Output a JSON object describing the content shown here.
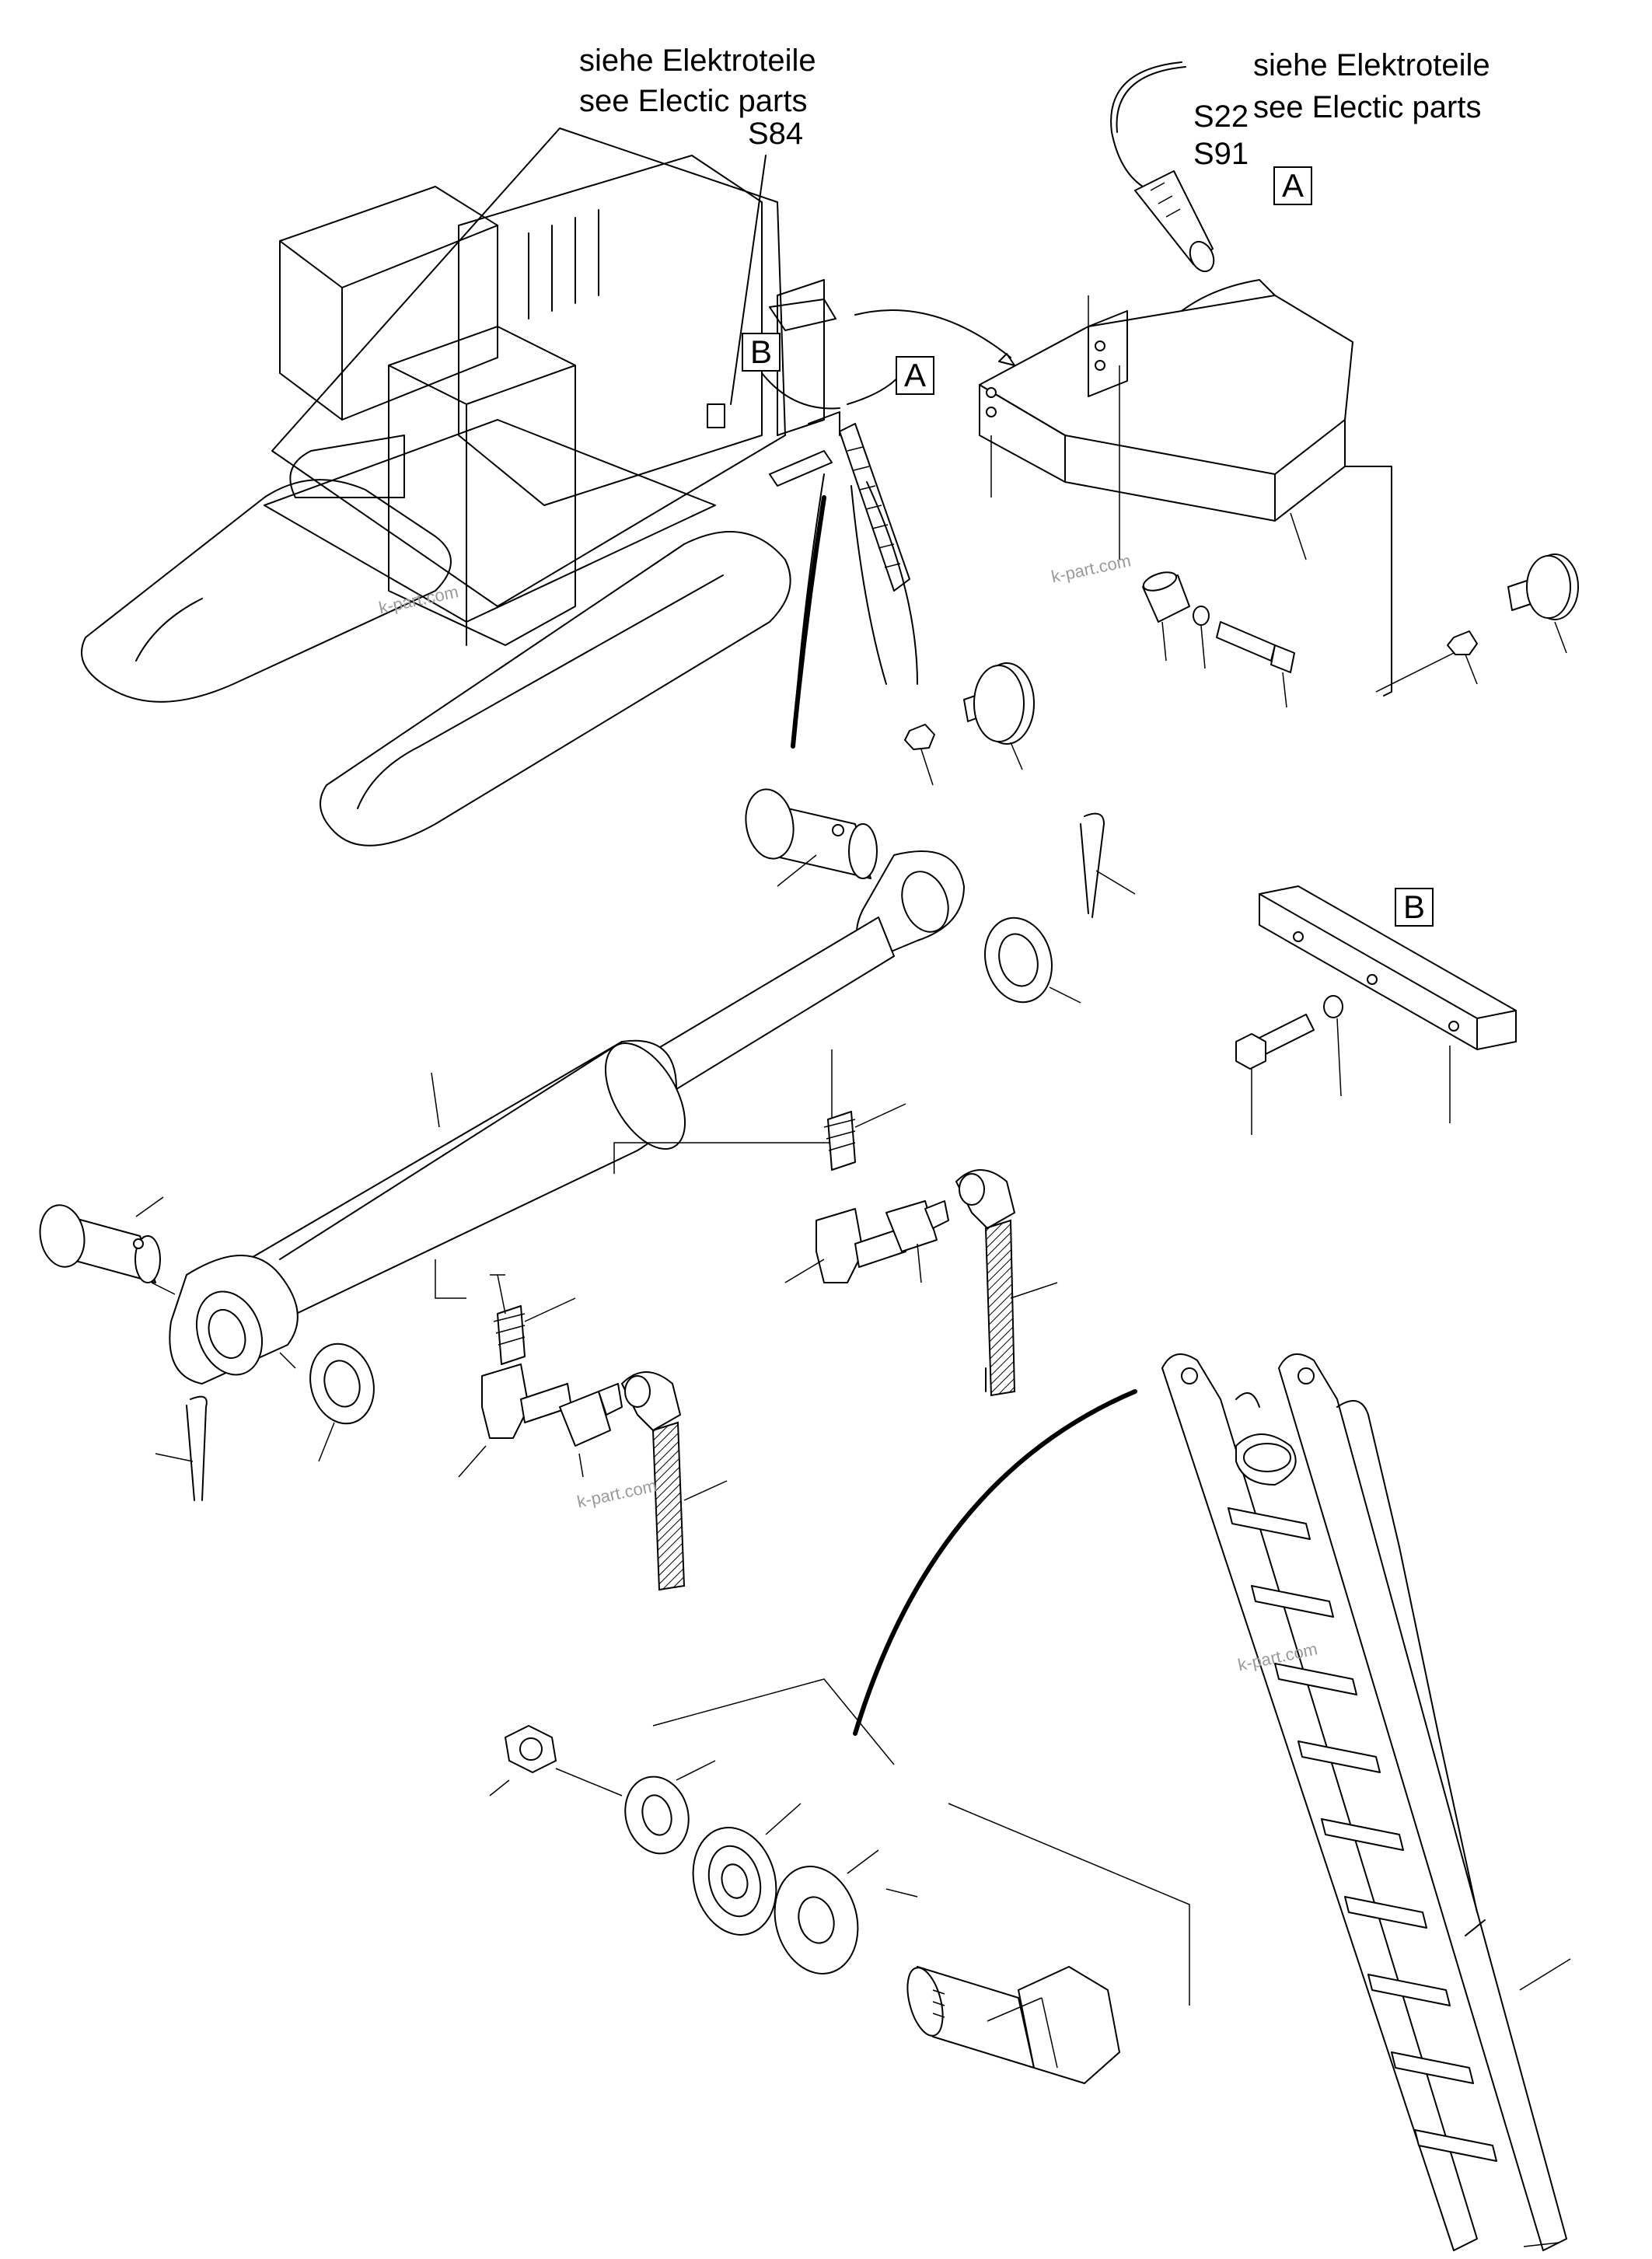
{
  "callouts": {
    "s84_note_de": "siehe Elektroteile",
    "s84_note_en": "see Electic parts",
    "s84_code": "S84",
    "sensor_note_de": "siehe Elektroteile",
    "sensor_note_en": "see Electic parts",
    "sensor_code_1": "S22",
    "sensor_code_2": "S91"
  },
  "detail_markers": {
    "a_on_machine": "A",
    "b_on_machine": "B",
    "a_detail": "A",
    "b_detail": "B"
  },
  "watermarks": [
    "k-part.com",
    "k-part.com",
    "k-part.com",
    "k-part.com"
  ]
}
